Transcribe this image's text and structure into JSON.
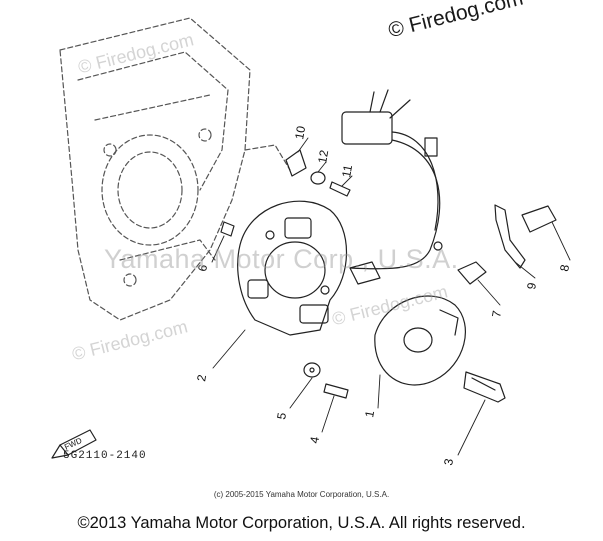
{
  "watermarks": {
    "corner": "© Firedog.com",
    "center": "Yamaha Motor Corp., U.S.A.",
    "faint": "© Firedog.com"
  },
  "diagram": {
    "part_code": "5G2110-2140",
    "fwd_label": "FWD",
    "callouts": [
      "1",
      "2",
      "3",
      "4",
      "5",
      "6",
      "7",
      "8",
      "9",
      "10",
      "11",
      "12"
    ]
  },
  "footer": {
    "small_copyright": "(c) 2005-2015 Yamaha Motor Corporation, U.S.A.",
    "main_copyright": "©2013 Yamaha Motor Corporation, U.S.A. All rights reserved."
  }
}
